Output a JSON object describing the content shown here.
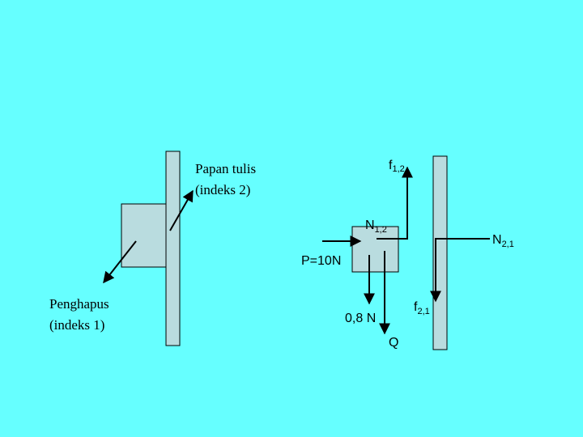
{
  "colors": {
    "background": "#66FFFF",
    "shape_fill": "#B9DCDF",
    "stroke": "#000000"
  },
  "labels": {
    "whiteboard_line1": "Papan tulis",
    "whiteboard_line2": "(indeks 2)",
    "eraser_line1": "Penghapus",
    "eraser_line2": "(indeks 1)",
    "f12_main": "f",
    "f12_sub": "1,2",
    "n12_main": "N",
    "n12_sub": "1,2",
    "n21_main": "N",
    "n21_sub": "2,1",
    "push": "P=10N",
    "friction_value": "0,8 N",
    "f21_main": "f",
    "f21_sub": "2,1",
    "weight": "Q"
  }
}
